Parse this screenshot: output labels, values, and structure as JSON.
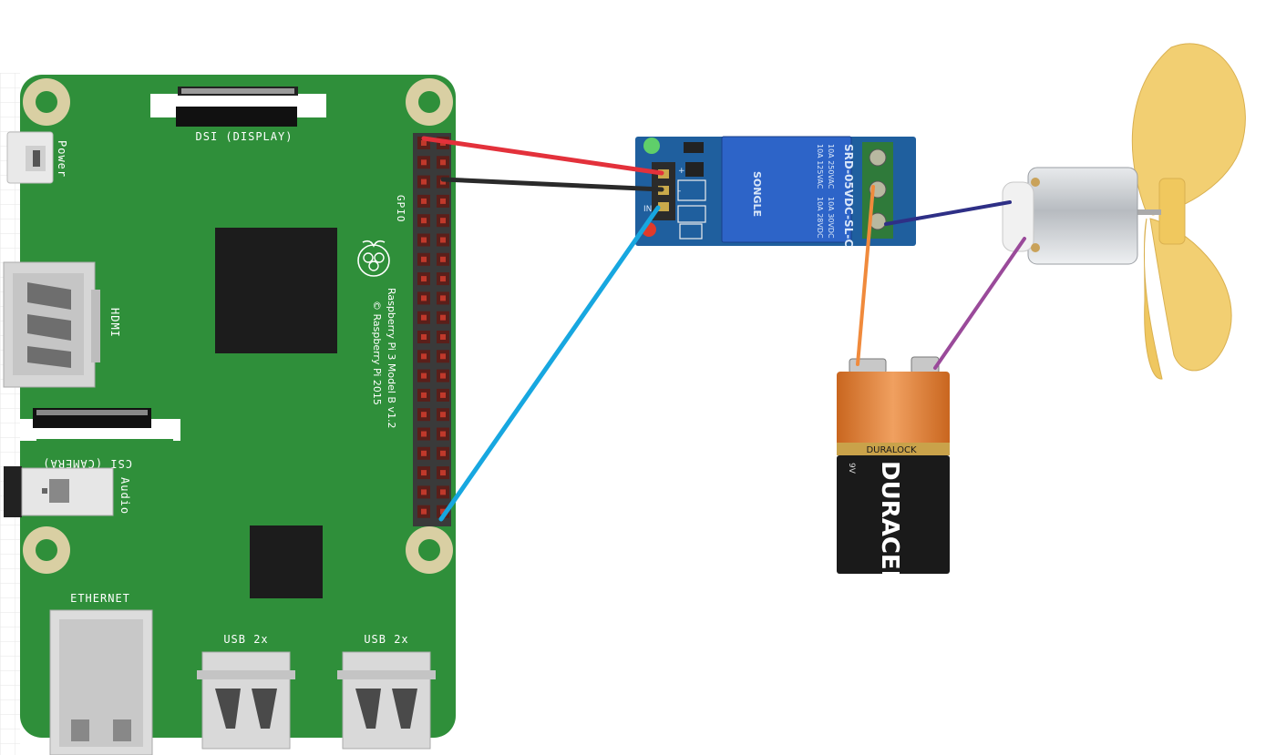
{
  "board": {
    "model_line": "Raspberry Pi 3 Model B v1.2",
    "copyright_line": "© Raspberry Pi 2015",
    "labels": {
      "dsi": "DSI (DISPLAY)",
      "power": "Power",
      "hdmi": "HDMI",
      "gpio": "GPIO",
      "csi": "CSI (CAMERA)",
      "audio": "Audio",
      "ethernet": "ETHERNET",
      "usb_left": "USB 2x",
      "usb_right": "USB 2x"
    },
    "colors": {
      "pcb": "#2f8f3a",
      "pad": "#d9cfa3",
      "chip": "#1c1c1c",
      "pin": "#c0392b"
    }
  },
  "relay": {
    "model": "SRD-05VDC-SL-C",
    "ratings": [
      "10A 250VAC",
      "10A 30VDC",
      "10A 125VAC",
      "10A 28VDC"
    ],
    "brand": "SONGLE",
    "pin_labels": {
      "top": "+",
      "mid": "-",
      "in": "IN"
    },
    "colors": {
      "pcb": "#1f5f9e",
      "relay_body": "#2d64c8",
      "terminal": "#2f7a3a"
    }
  },
  "battery": {
    "brand": "DURACELL",
    "series": "DURALOCK",
    "voltage": "9V",
    "colors": {
      "top": "#d9792a",
      "body": "#1a1a1a",
      "band": "#c9a24a"
    }
  },
  "wires": [
    {
      "name": "red-wire",
      "color": "#e3313b"
    },
    {
      "name": "black-wire",
      "color": "#2a2a2a"
    },
    {
      "name": "blue-wire",
      "color": "#17a7e0"
    },
    {
      "name": "orange-wire",
      "color": "#f08a3c"
    },
    {
      "name": "navy-wire",
      "color": "#2e2f86"
    },
    {
      "name": "purple-wire",
      "color": "#9a4a9a"
    }
  ],
  "fan": {
    "colors": {
      "blade": "#f2cf72",
      "motor": "#c9ccd0"
    }
  }
}
